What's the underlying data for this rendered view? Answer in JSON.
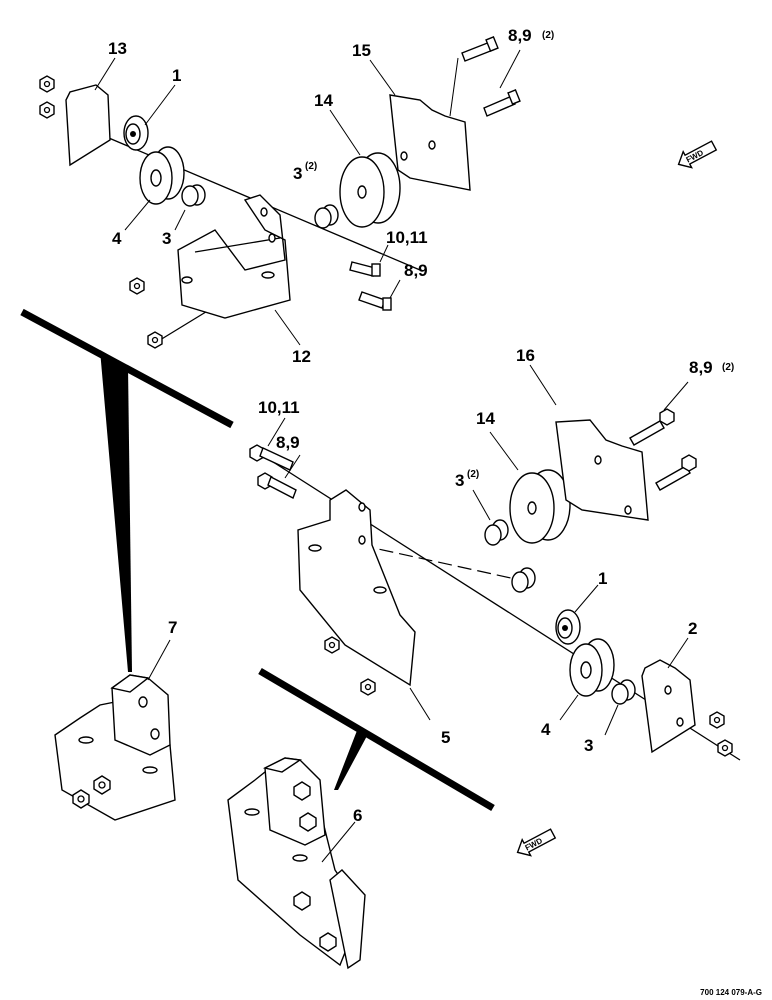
{
  "callouts": {
    "c13": "13",
    "c1a": "1",
    "c15": "15",
    "c89_2a_num": "8,9",
    "c89_2a_sup": "(2)",
    "c14a": "14",
    "c3_2a_num": "3",
    "c3_2a_sup": "(2)",
    "c4a": "4",
    "c3a": "3",
    "c1011a": "10,11",
    "c89a": "8,9",
    "c12": "12",
    "c16": "16",
    "c89_2b_num": "8,9",
    "c89_2b_sup": "(2)",
    "c1011b": "10,11",
    "c89b": "8,9",
    "c14b": "14",
    "c3_2b_num": "3",
    "c3_2b_sup": "(2)",
    "c1b": "1",
    "c2": "2",
    "c7": "7",
    "c4b": "4",
    "c5": "5",
    "c3b": "3",
    "c6": "6"
  },
  "fwd_label": "FWD",
  "drawing_code": "700 124 079-A-G"
}
